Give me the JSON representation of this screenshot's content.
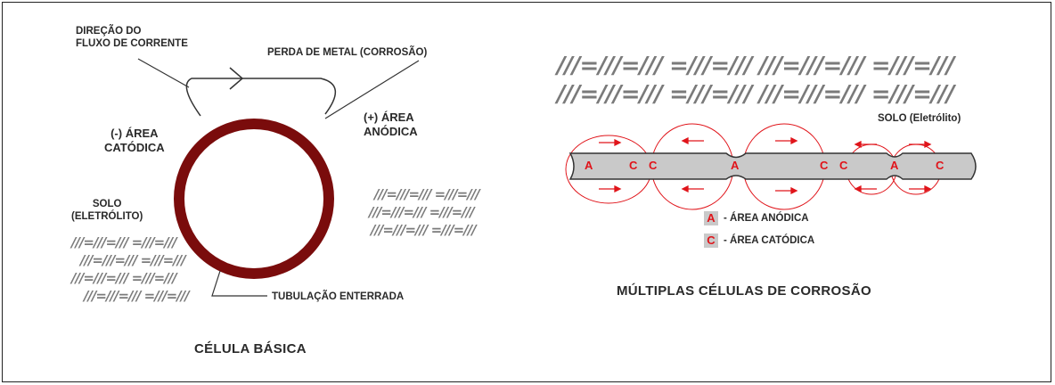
{
  "left_panel": {
    "current_direction": [
      "DIREÇÃO DO",
      "FLUXO DE CORRENTE"
    ],
    "metal_loss": "PERDA DE METAL (CORROSÃO)",
    "anodic_area": [
      "(+) ÁREA",
      "ANÓDICA"
    ],
    "cathodic_area": [
      "(-) ÁREA",
      "CATÓDICA"
    ],
    "soil": [
      "SOLO",
      "(ELETRÓLITO)"
    ],
    "buried_pipe": "TUBULAÇÃO ENTERRADA",
    "caption": "CÉLULA BÁSICA"
  },
  "right_panel": {
    "soil": "SOLO (Eletrólito)",
    "pipe_letters": [
      "A",
      "C",
      "C",
      "A",
      "C",
      "C",
      "A",
      "C"
    ],
    "legend": [
      {
        "key": "A",
        "text": "- ÁREA ANÓDICA"
      },
      {
        "key": "C",
        "text": "- ÁREA CATÓDICA"
      }
    ],
    "caption": "MÚLTIPLAS CÉLULAS DE CORROSÃO"
  },
  "soil_hatch": "///=///=/// =///=///",
  "colors": {
    "pipe_wall": "#7a0c0c",
    "accent_red": "#e0141a",
    "pipe_gray": "#c9c9c9",
    "text": "#2a2a2a"
  }
}
